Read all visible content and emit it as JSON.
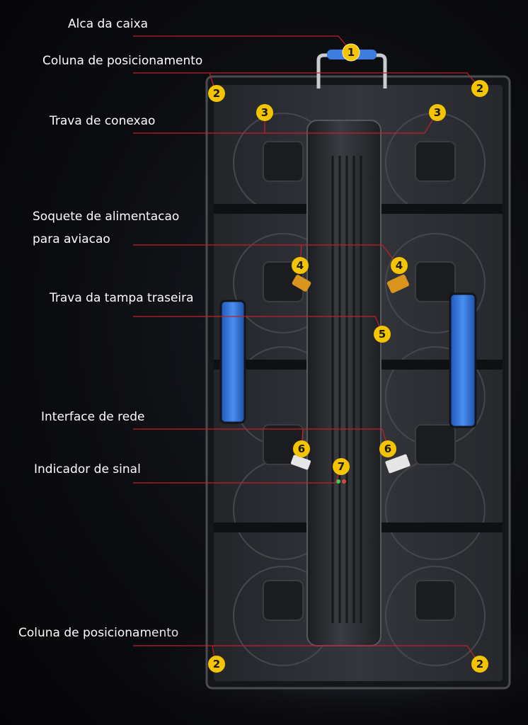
{
  "labels": {
    "handle": "Alca da caixa",
    "pos_top": "Coluna de posicionamento",
    "lock": "Trava de conexao",
    "power_1": "Soquete de alimentacao",
    "power_2": "para aviacao",
    "back_lock": "Trava da tampa traseira",
    "network": "Interface de rede",
    "signal": "Indicador de sinal",
    "pos_bottom": "Coluna de posicionamento"
  },
  "badges": {
    "handle": "1",
    "positioning": "2",
    "lock": "3",
    "power": "4",
    "back_lock": "5",
    "network": "6",
    "signal": "7"
  },
  "colors": {
    "badge": "#f5c400",
    "leader_line": "#c0202a",
    "handle_blue": "#2f6fd6",
    "cabinet": "#2a2c31"
  }
}
